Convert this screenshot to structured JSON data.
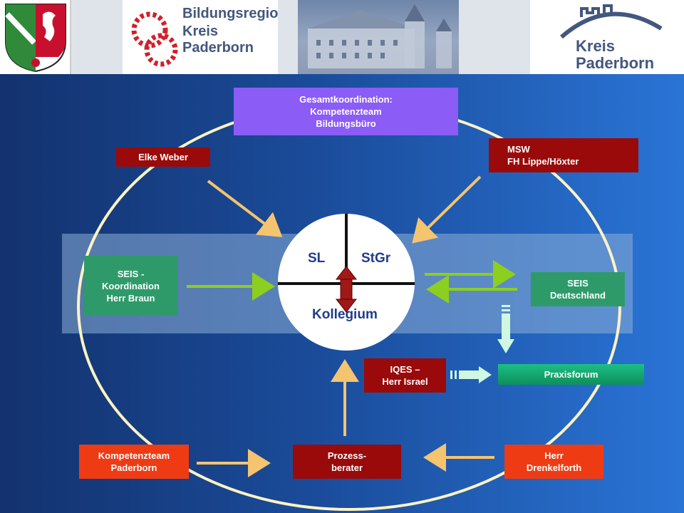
{
  "header": {
    "bildung_logo_line1": "Bildungsregion",
    "bildung_logo_line2": "Kreis Paderborn",
    "kreis_logo_line1": "Kreis",
    "kreis_logo_line2": "Paderborn"
  },
  "center": {
    "sl": "SL",
    "stgr": "StGr",
    "kollegium": "Kollegium"
  },
  "boxes": {
    "gesamt": "Gesamtkoordination:\nKompetenzteam\nBildungsbüro",
    "elke": "Elke Weber",
    "msw": "MSW\nFH Lippe/Höxter",
    "seis_koord": "SEIS -\nKoordination\nHerr Braun",
    "seis_de": "SEIS\nDeutschland",
    "iqes": "IQES –\nHerr Israel",
    "praxis": "Praxisforum",
    "kompetenz": "Kompetenzteam\nPaderborn",
    "prozess": "Prozess-\nberater",
    "drenkel": "Herr\nDrenkelforth"
  },
  "colors": {
    "dark_red": "#9a0a0a",
    "orange_red": "#ef3b14",
    "green": "#2e9a6a",
    "purple": "#8b5cf6",
    "arrow_peach": "#f5c46e",
    "arrow_lime": "#8ccf1e",
    "arrow_mint": "#cff7e2",
    "center_arrow": "#a01818"
  }
}
